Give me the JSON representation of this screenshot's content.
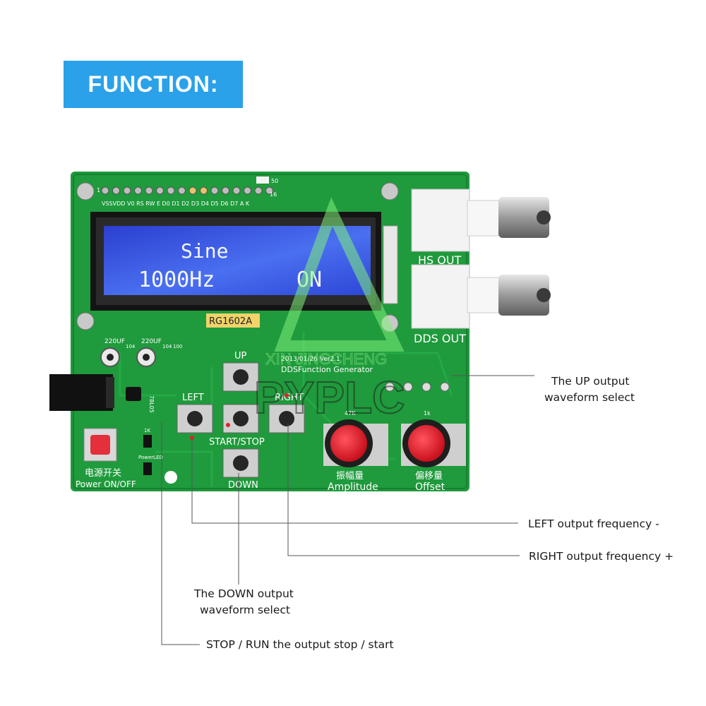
{
  "header": {
    "title": "FUNCTION:"
  },
  "lcd": {
    "line1": "Sine",
    "line2_freq": "1000Hz",
    "line2_state": "ON",
    "model": "RG1602A"
  },
  "pcb": {
    "pin_labels": "VSSVDD V0 RS RW E D0 D1 D2 D3 D4 D5 D6 D7 A K",
    "pin_first": "1",
    "pin_last": "16",
    "resistor_50": "50",
    "date_version": "2013/01/26 Ver2.1",
    "board_name": "DDSFunction Generator",
    "cap1": "220UF",
    "cap2": "220UF",
    "cap104a": "104",
    "cap104b": "104",
    "r100": "100",
    "reg": "78L05",
    "r1k": "1K",
    "power_led": "PowerLED",
    "power_cn": "电源开关",
    "power_label": "Power ON/OFF",
    "btn_up": "UP",
    "btn_left": "LEFT",
    "btn_right": "RIGHT",
    "btn_start_stop": "START/STOP",
    "btn_down": "DOWN",
    "pot_amp_value": "47K",
    "pot_amp_cn": "振幅量",
    "pot_amp_label": "Amplitude",
    "pot_off_value": "1k",
    "pot_off_cn": "偏移量",
    "pot_off_label": "Offset",
    "hs_out": "HS OUT",
    "dds_out": "DDS OUT"
  },
  "watermark": {
    "text": "PYPLC",
    "sub": "XIN JINGCHENG"
  },
  "callouts": {
    "up_line1": "The UP output",
    "up_line2": "waveform select",
    "left": "LEFT output frequency -",
    "right": "RIGHT output frequency +",
    "down_line1": "The DOWN output",
    "down_line2": "waveform select",
    "stop": "STOP / RUN the output stop / start"
  },
  "colors": {
    "banner": "#2aa1e8",
    "pcb": "#1f9a3c",
    "lcd": "#3a57e0",
    "knob": "#e8202e"
  }
}
